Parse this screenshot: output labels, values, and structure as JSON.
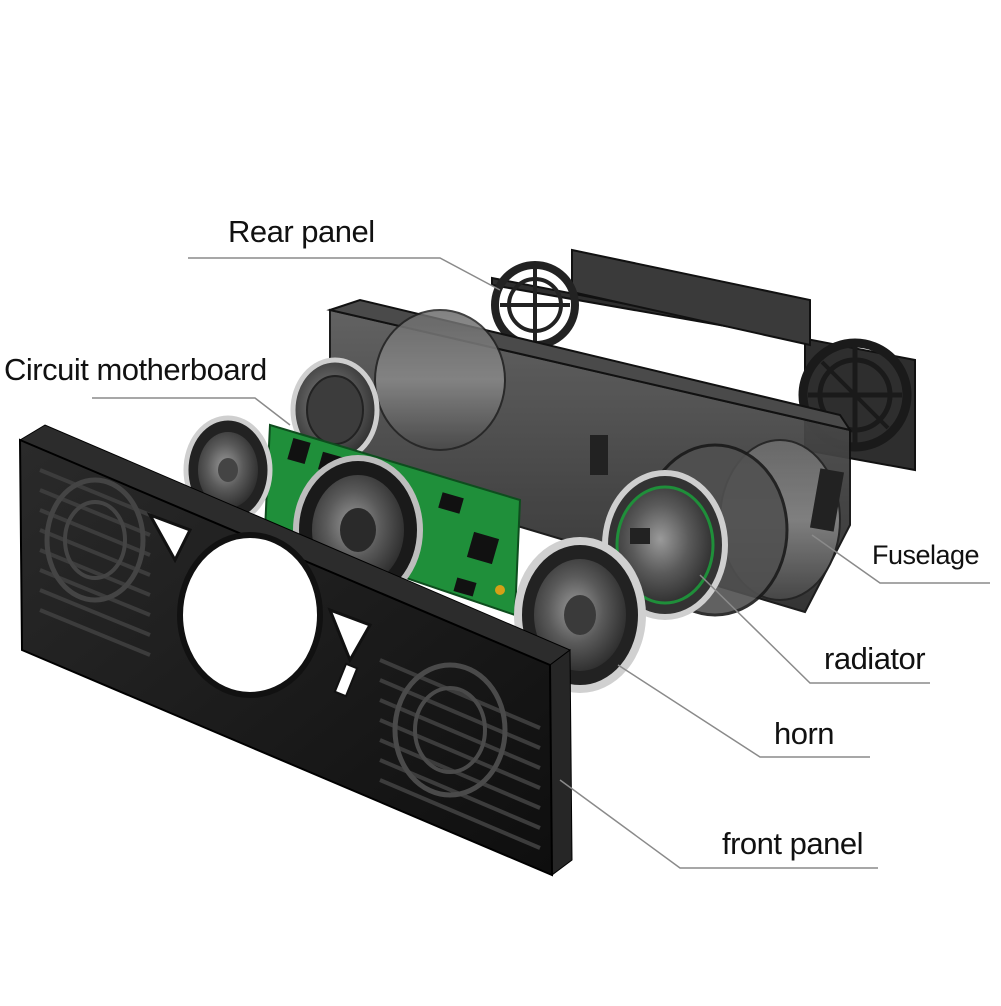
{
  "labels": {
    "rear_panel": "Rear panel",
    "circuit_motherboard": "Circuit motherboard",
    "fuselage": "Fuselage",
    "radiator": "radiator",
    "horn": "horn",
    "front_panel": "front panel"
  },
  "colors": {
    "background": "#ffffff",
    "leader_line": "#8a8a8a",
    "plastic_dark": "#1c1c1c",
    "plastic_mid": "#3a3a3a",
    "pcb_green": "#1f8f3a",
    "chrome": "#bfbfbf"
  }
}
